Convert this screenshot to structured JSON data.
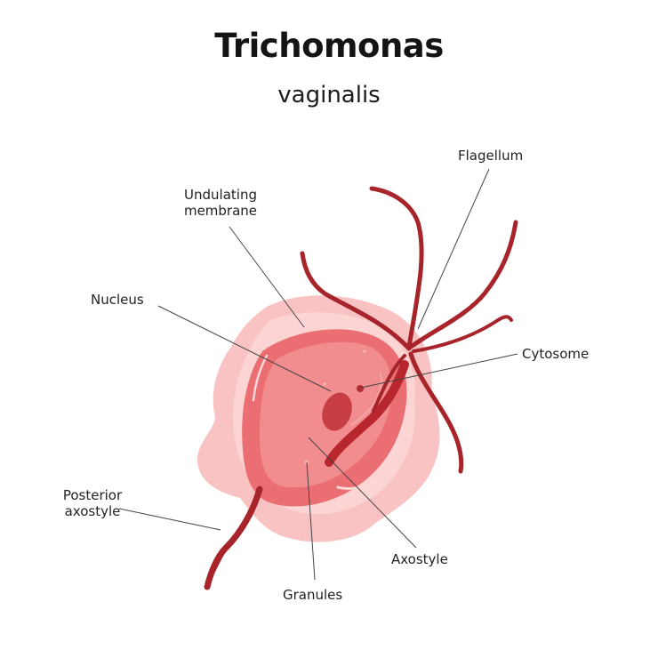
{
  "title": "Trichomonas",
  "subtitle": "vaginalis",
  "labels": {
    "flagellum": "Flagellum",
    "undulating_membrane": "Undulating\nmembrane",
    "nucleus": "Nucleus",
    "cytosome": "Cytosome",
    "posterior_axostyle": "Posterior\naxostyle",
    "axostyle": "Axostyle",
    "granules": "Granules"
  },
  "colors": {
    "membrane_outer": "#f9c3c3",
    "membrane_inner": "#fbd6d6",
    "cell_body": "#ea6e72",
    "cell_body_light": "#f28d8f",
    "flagella": "#a8242b",
    "nucleus": "#c63d44",
    "leader_lines": "#444444"
  }
}
